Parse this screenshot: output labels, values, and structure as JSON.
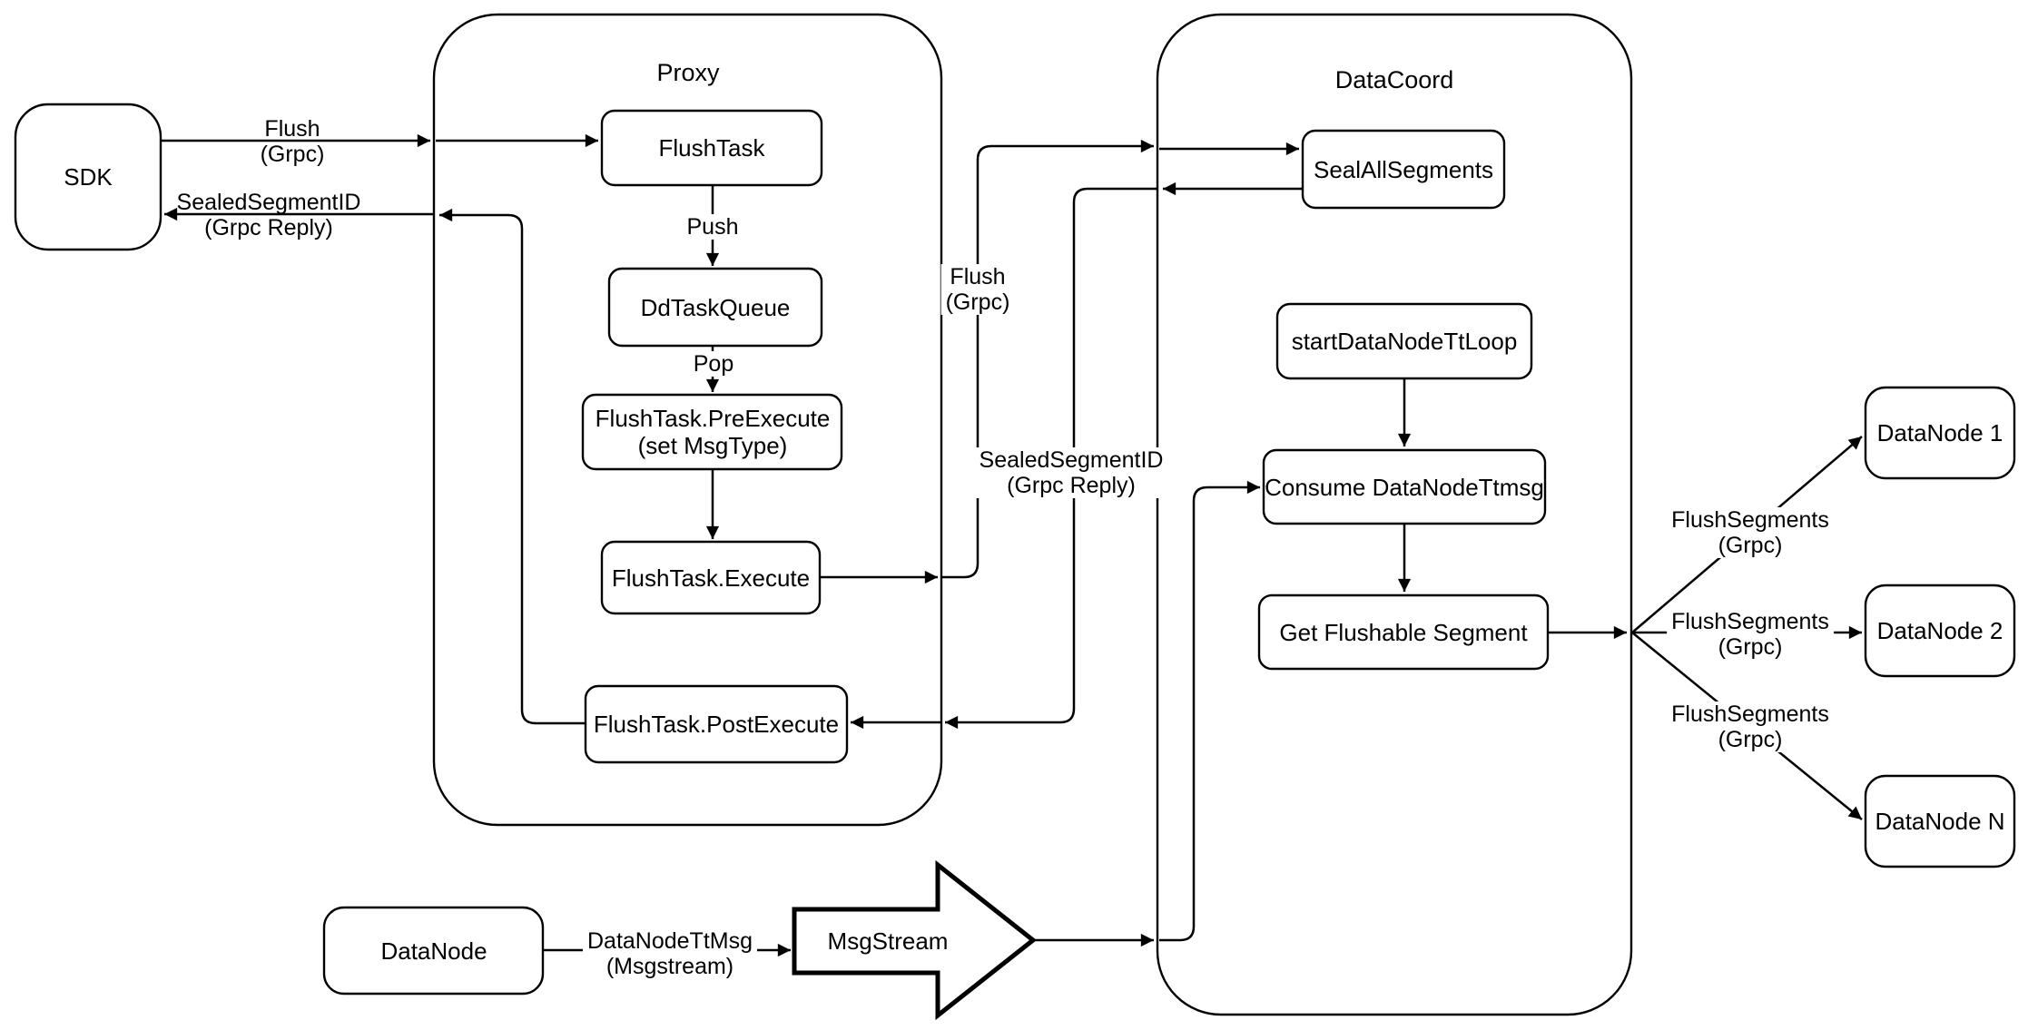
{
  "colors": {
    "stroke": "#000000",
    "background": "#ffffff"
  },
  "containers": {
    "proxy": {
      "title": "Proxy"
    },
    "datacoord": {
      "title": "DataCoord"
    }
  },
  "nodes": {
    "sdk": "SDK",
    "flush_task": "FlushTask",
    "dd_task_queue": "DdTaskQueue",
    "pre_execute_line1": "FlushTask.PreExecute",
    "pre_execute_line2": "(set MsgType)",
    "execute": "FlushTask.Execute",
    "post_execute": "FlushTask.PostExecute",
    "seal_all_segments": "SealAllSegments",
    "start_datanode_tt_loop": "startDataNodeTtLoop",
    "consume_datanode_ttmsg": "Consume DataNodeTtmsg",
    "get_flushable_segment": "Get Flushable Segment",
    "datanode_1": "DataNode 1",
    "datanode_2": "DataNode 2",
    "datanode_n": "DataNode N",
    "datanode": "DataNode",
    "msgstream": "MsgStream"
  },
  "edge_labels": {
    "flush_grpc_sdk": {
      "line1": "Flush",
      "line2": "(Grpc)"
    },
    "sealed_segment_id_sdk": {
      "line1": "SealedSegmentID",
      "line2": "(Grpc Reply)"
    },
    "push": "Push",
    "pop": "Pop",
    "flush_grpc_mid": {
      "line1": "Flush",
      "line2": "(Grpc)"
    },
    "sealed_segment_id_mid": {
      "line1": "SealedSegmentID",
      "line2": "(Grpc Reply)"
    },
    "flush_segments_1": {
      "line1": "FlushSegments",
      "line2": "(Grpc)"
    },
    "flush_segments_2": {
      "line1": "FlushSegments",
      "line2": "(Grpc)"
    },
    "flush_segments_3": {
      "line1": "FlushSegments",
      "line2": "(Grpc)"
    },
    "datanode_ttmsg": {
      "line1": "DataNodeTtMsg",
      "line2": "(Msgstream)"
    }
  }
}
